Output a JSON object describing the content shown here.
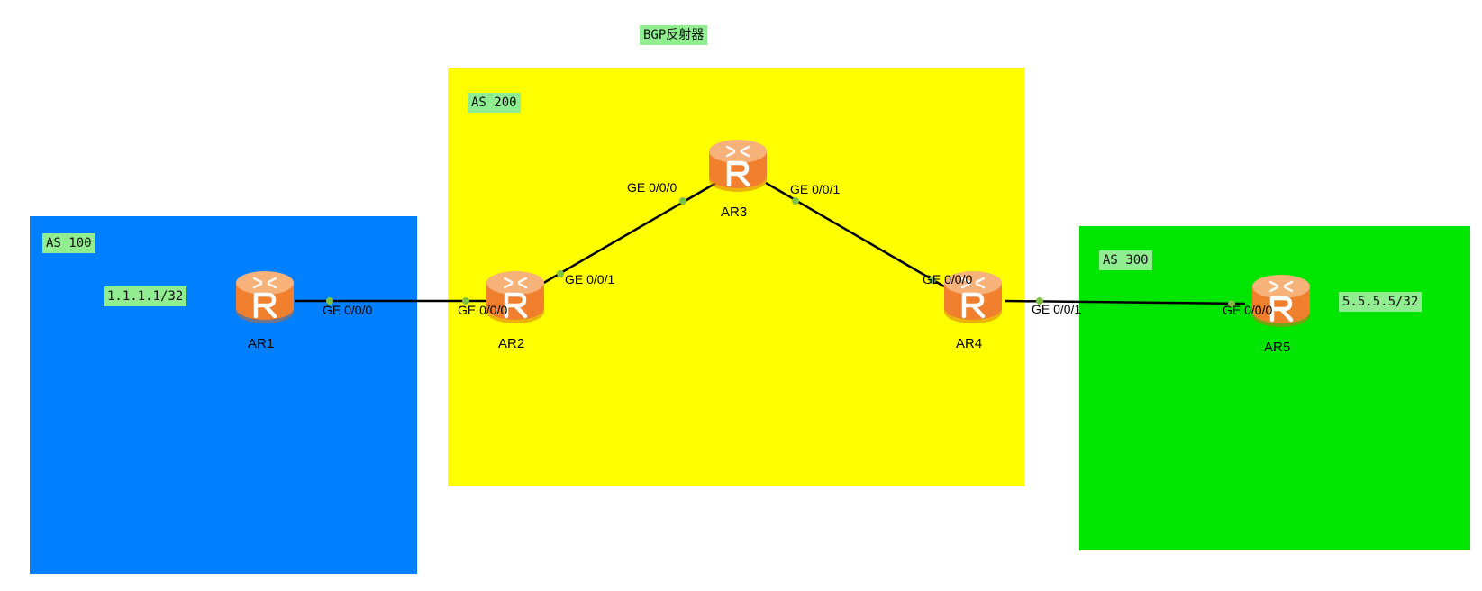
{
  "title": "BGP反射器",
  "areas": [
    {
      "id": "as100",
      "label": "AS 100",
      "color": "#0080ff"
    },
    {
      "id": "as200",
      "label": "AS 200",
      "color": "#ffff00"
    },
    {
      "id": "as300",
      "label": "AS 300",
      "color": "#00e600"
    }
  ],
  "prefixes": {
    "ar1": "1.1.1.1/32",
    "ar5": "5.5.5.5/32"
  },
  "routers": {
    "ar1": "AR1",
    "ar2": "AR2",
    "ar3": "AR3",
    "ar4": "AR4",
    "ar5": "AR5"
  },
  "interfaces": {
    "ar1_g0": "GE 0/0/0",
    "ar2_g0": "GE 0/0/0",
    "ar2_g1": "GE 0/0/1",
    "ar3_g0": "GE 0/0/0",
    "ar3_g1": "GE 0/0/1",
    "ar4_g0": "GE 0/0/0",
    "ar4_g1": "GE 0/0/1",
    "ar5_g0": "GE 0/0/0"
  },
  "colors": {
    "port": "#7dc242",
    "router_top": "#f7b27a",
    "router_body": "#f07f2e",
    "link": "#000000"
  }
}
